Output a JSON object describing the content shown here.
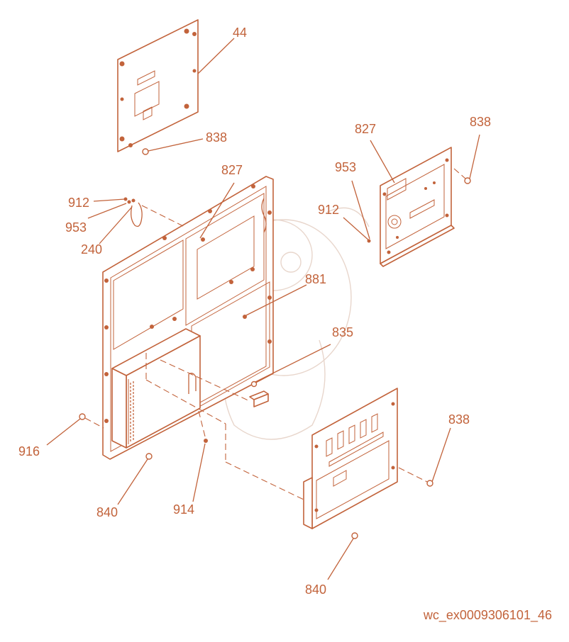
{
  "diagram": {
    "callouts": {
      "top_panel": "44",
      "top_panel_screw": "838",
      "right_panel_827": "827",
      "right_panel_953": "953",
      "right_panel_912": "912",
      "right_panel_screw": "838",
      "left_912": "912",
      "left_953": "953",
      "left_240": "240",
      "frame_827": "827",
      "frame_881": "881",
      "bracket_835": "835",
      "screw_916": "916",
      "screw_840_left": "840",
      "screw_914": "914",
      "lower_panel_screw": "838",
      "screw_840_bottom": "840"
    },
    "accent_color": "#c2633b"
  },
  "footer": {
    "reference": "wc_ex0009306101_46"
  }
}
